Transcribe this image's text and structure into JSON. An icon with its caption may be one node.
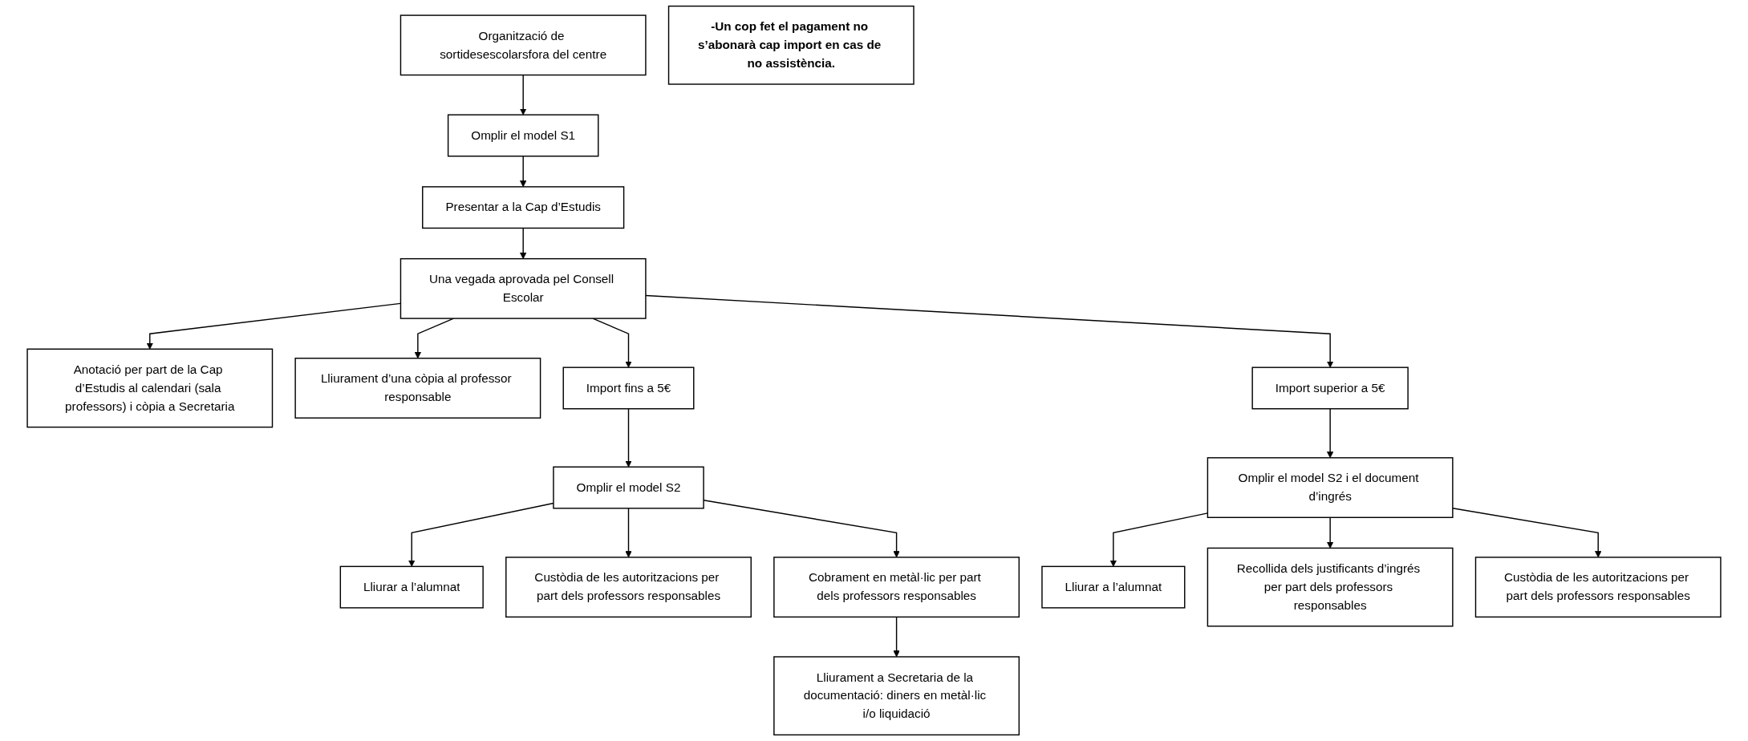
{
  "diagram": {
    "nodes": [
      {
        "text": [
          "Organització de sortidesescolarsfora del centre"
        ]
      },
      {
        "text": [
          "Omplir el model S1"
        ]
      },
      {
        "text": [
          "Presentar a la Cap d’Estudis"
        ]
      },
      {
        "text": [
          "Anotació per part de la Cap d’Estudis al calendari (sala professors) i còpia a Secretaria"
        ]
      },
      {
        "text": [
          "Una vegada aprovada pel Consell Escolar"
        ]
      },
      {
        "text": [
          "Lliurament d’una còpia al professor responsable"
        ]
      },
      {
        "text": [
          "Import fins a 5€"
        ]
      },
      {
        "text": [
          "Import superior a 5€"
        ]
      },
      {
        "text": [
          "Lliurar a l’alumnat"
        ]
      },
      {
        "text": [
          "Omplir el model S2"
        ]
      },
      {
        "text": [
          "Omplir el model S2 i el document d’ingrés"
        ]
      },
      {
        "text": [
          "Lliurar a l’alumnat"
        ]
      },
      {
        "text": [
          "Custòdia de les autoritzacions per part dels professors responsables"
        ]
      },
      {
        "text": [
          "Cobrament en metàl·lic per part dels professors responsables"
        ]
      },
      {
        "text": [
          "Recollida dels justificants d’ingrés per part dels professors responsables"
        ]
      },
      {
        "text": [
          "Custòdia de les autoritzacions per part dels professors responsables"
        ]
      },
      {
        "text": [
          "Lliurament a Secretaria de la documentació: diners en metàl·lic i/o liquidació"
        ]
      },
      {
        "text": [
          "-Un cop fet el pagament no s’abonarà cap import en cas de no assistència."
        ]
      }
    ],
    "edges": [
      {
        "from": 0,
        "to": 1,
        "arrow": "to"
      },
      {
        "from": 1,
        "to": 2,
        "arrow": "to"
      },
      {
        "from": 2,
        "to": 4,
        "arrow": "to"
      },
      {
        "from": 4,
        "to": 3,
        "arrow": "to"
      },
      {
        "from": 4,
        "to": 5,
        "arrow": "to"
      },
      {
        "from": 4,
        "to": 6,
        "arrow": "to"
      },
      {
        "from": 4,
        "to": 7,
        "arrow": "to"
      },
      {
        "from": 6,
        "to": 9,
        "arrow": "to"
      },
      {
        "from": 9,
        "to": 8,
        "arrow": "to"
      },
      {
        "from": 7,
        "to": 10,
        "arrow": "to"
      },
      {
        "from": 10,
        "to": 11,
        "arrow": "to"
      },
      {
        "from": 9,
        "to": 12,
        "arrow": "to"
      },
      {
        "from": 9,
        "to": 13,
        "arrow": "to"
      },
      {
        "from": 10,
        "to": 14,
        "arrow": "to"
      },
      {
        "from": 10,
        "to": 15,
        "arrow": "to"
      },
      {
        "from": 13,
        "to": 16,
        "arrow": "to"
      }
    ]
  }
}
